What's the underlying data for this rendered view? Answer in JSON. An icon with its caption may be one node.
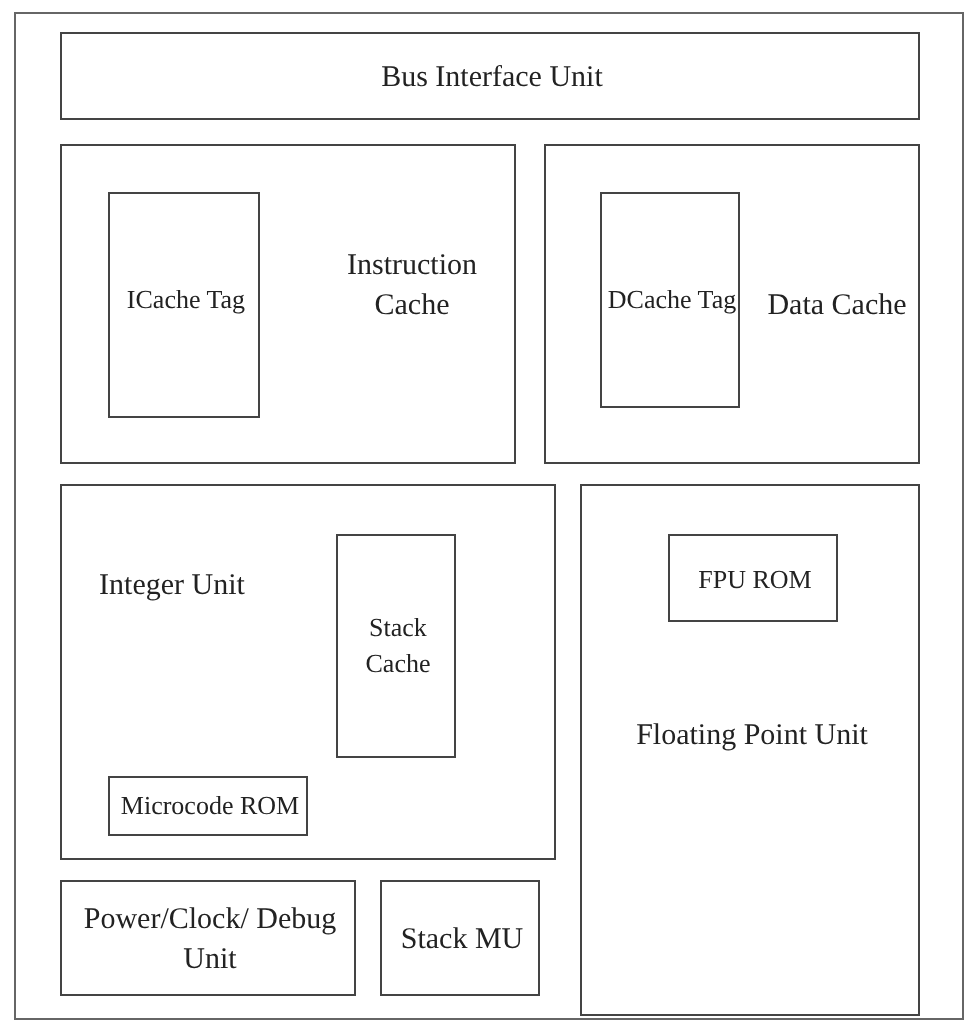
{
  "diagram": {
    "nodes": [
      {
        "text": [
          "Bus Interface Unit"
        ]
      },
      {
        "text": [
          "Instruction Cache"
        ]
      },
      {
        "text": [
          "ICache Tag"
        ],
        "in": 1
      },
      {
        "text": [
          "Data Cache"
        ]
      },
      {
        "text": [
          "DCache Tag"
        ],
        "in": 3
      },
      {
        "text": [
          "Integer Unit"
        ]
      },
      {
        "text": [
          "Stack Cache"
        ],
        "in": 5
      },
      {
        "text": [
          "Microcode ROM"
        ],
        "in": 5
      },
      {
        "text": [
          "Floating Point Unit"
        ]
      },
      {
        "text": [
          "FPU ROM"
        ],
        "in": 8
      },
      {
        "text": [
          "Power/Clock/ Debug Unit"
        ]
      },
      {
        "text": [
          "Stack MU"
        ]
      }
    ]
  }
}
